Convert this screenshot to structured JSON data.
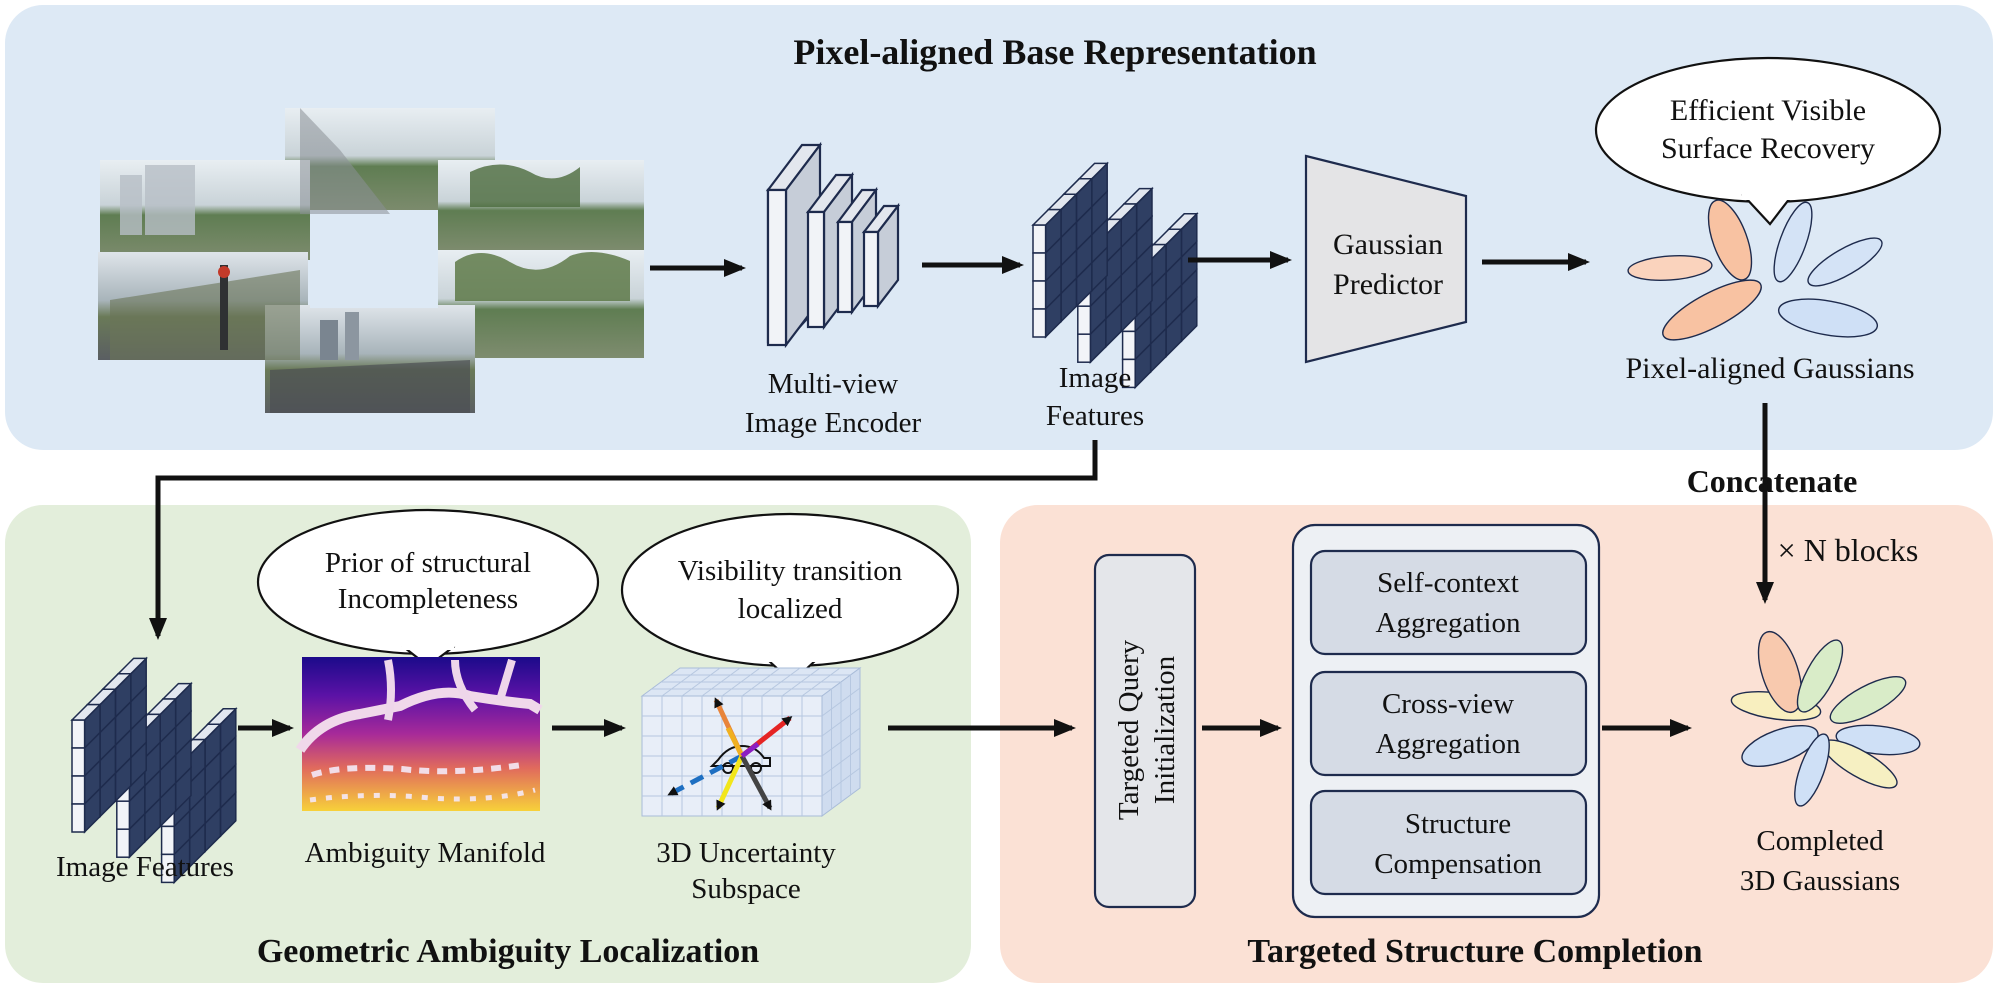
{
  "panels": {
    "top_title": "Pixel-aligned Base Representation",
    "bottom_left_title": "Geometric Ambiguity Localization",
    "bottom_right_title": "Targeted Structure Completion"
  },
  "labels": {
    "encoder": [
      "Multi-view",
      "Image Encoder"
    ],
    "features_top": [
      "Image",
      "Features"
    ],
    "predictor": [
      "Gaussian",
      "Predictor"
    ],
    "bubble_top": [
      "Efficient Visible",
      "Surface Recovery"
    ],
    "pixel_gaussians": "Pixel-aligned Gaussians",
    "concatenate": "Concatenate",
    "n_blocks": "× N blocks",
    "features_bottom": "Image Features",
    "bubble_manifold": [
      "Prior of structural",
      "Incompleteness"
    ],
    "manifold": "Ambiguity Manifold",
    "bubble_subspace": [
      "Visibility transition",
      "localized"
    ],
    "subspace": [
      "3D Uncertainty",
      "Subspace"
    ],
    "query_init": [
      "Targeted Query",
      "Initialization"
    ],
    "block_self": [
      "Self-context",
      "Aggregation"
    ],
    "block_cross": [
      "Cross-view",
      "Aggregation"
    ],
    "block_struct": [
      "Structure",
      "Compensation"
    ],
    "completed": [
      "Completed",
      "3D Gaussians"
    ]
  },
  "colors": {
    "top_panel": "#dde9f5",
    "left_panel": "#e3eedb",
    "right_panel": "#fbe1d5",
    "orange_gauss": "#f8c9ae",
    "blue_gauss": "#cfe0f6",
    "green_gauss": "#d9ecc8",
    "yellow_gauss": "#f6f0c2",
    "block_fill": "#d5dbe5",
    "block_stroke": "#1e2b4d"
  },
  "icons": [
    "camera-photo-collage",
    "encoder-stack-icon",
    "feature-cube-icon",
    "trapezoid-predictor-icon",
    "gaussian-ellipse-icon",
    "depth-map-image",
    "voxel-grid-icon",
    "car-icon"
  ]
}
